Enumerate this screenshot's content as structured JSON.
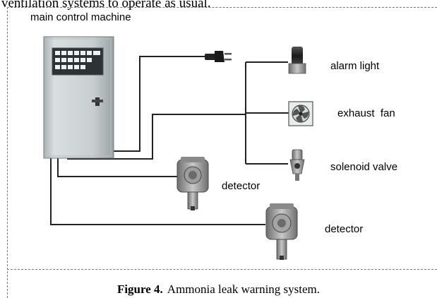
{
  "page": {
    "clipped_text": "ventilation systems to operate as usual.",
    "figure_number": "Figure 4.",
    "figure_caption": "Ammonia leak warning system."
  },
  "diagram": {
    "main_label": "main control machine",
    "components": {
      "alarm_light": "alarm light",
      "exhaust_fan": "exhaust  fan",
      "solenoid_valve": "solenoid valve",
      "detector_1": "detector",
      "detector_2": "detector"
    }
  }
}
